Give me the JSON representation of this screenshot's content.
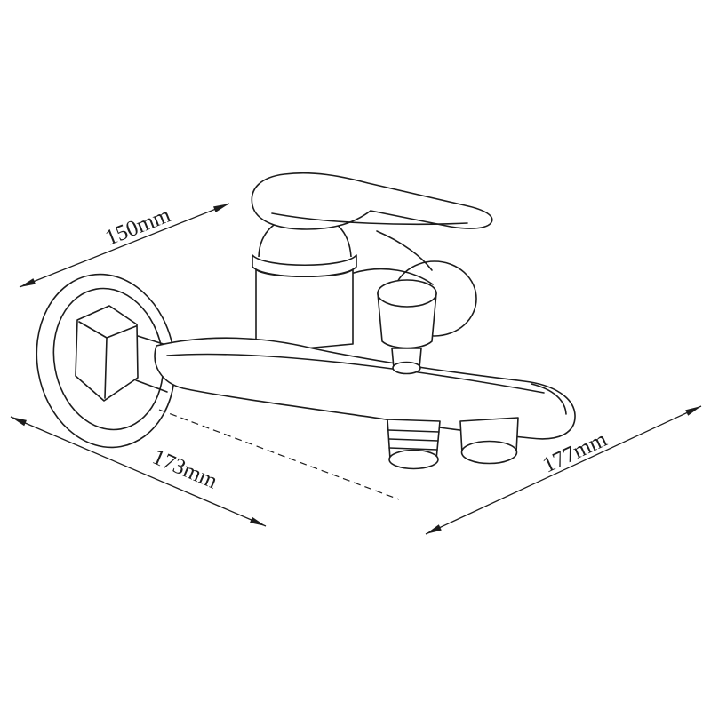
{
  "page": {
    "background": "#ffffff",
    "ink": "#1c1c1c"
  },
  "drawing": {
    "dimensions": {
      "d150": "150mm",
      "d173": "173mm",
      "d177": "177mm"
    }
  }
}
